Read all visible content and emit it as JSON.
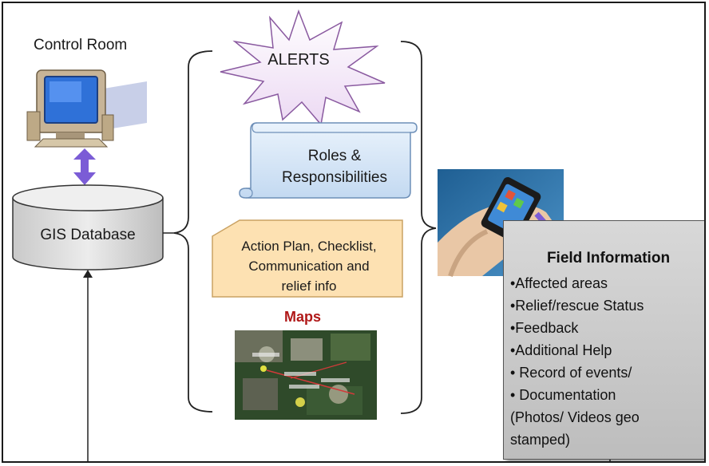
{
  "control_room": {
    "label": "Control Room"
  },
  "database": {
    "label": "GIS Database"
  },
  "alerts": {
    "label": "ALERTS"
  },
  "roles": {
    "label_line1": "Roles &",
    "label_line2": "Responsibilities"
  },
  "action_plan": {
    "line1": "Action Plan, Checklist,",
    "line2": "Communication and",
    "line3": "relief info"
  },
  "maps": {
    "label": "Maps"
  },
  "field_info": {
    "title": "Field Information",
    "items": [
      "•Affected areas",
      "•Relief/rescue Status",
      "•Feedback",
      "•Additional Help",
      "• Record of events/",
      "• Documentation",
      "(Photos/ Videos geo",
      "stamped)"
    ]
  },
  "colors": {
    "arrow_purple": "#7b5cd6",
    "scroll_blue": "#d6e6f8",
    "note_orange": "#fde1b2",
    "maps_red": "#b01818",
    "field_box_gray": "#c8c8c8"
  },
  "icons": [
    "computer-icon",
    "database-cylinder",
    "starburst-shape",
    "scroll-shape",
    "smartphone-hand-image",
    "satellite-map-image"
  ]
}
